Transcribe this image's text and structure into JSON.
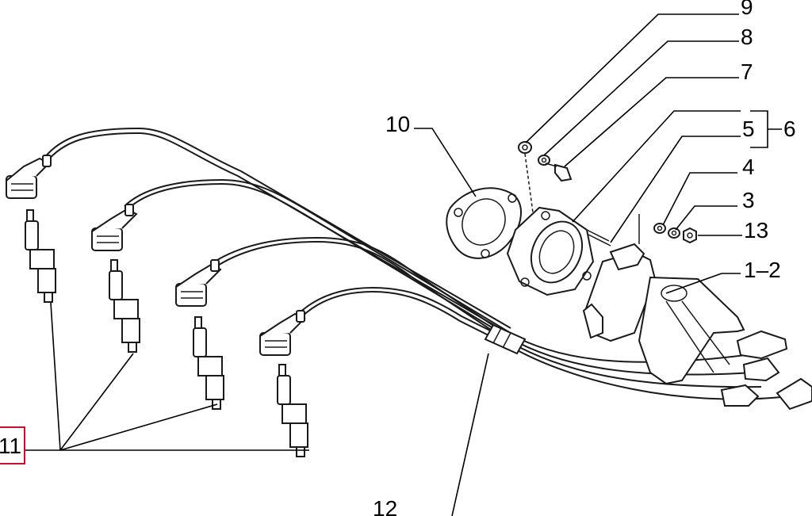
{
  "callouts": {
    "c9": "9",
    "c8": "8",
    "c7": "7",
    "c6": "6",
    "c5": "5",
    "c4": "4",
    "c3": "3",
    "c13": "13",
    "c12": "1–2",
    "c10": "10",
    "c11": "11",
    "c12b": "12"
  },
  "highlight": {
    "color": "#c8102e",
    "selected_part": "11"
  }
}
